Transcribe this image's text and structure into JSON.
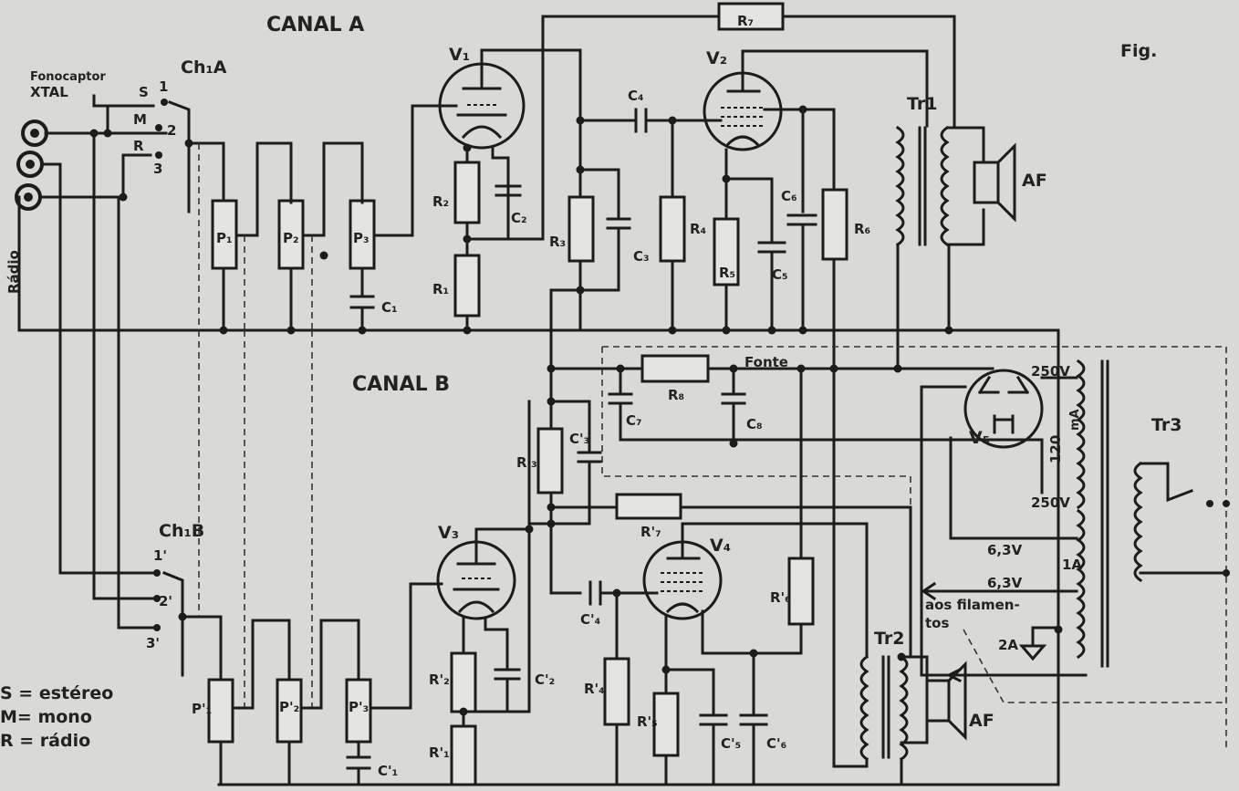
{
  "figure": {
    "fig_label": "Fig.",
    "canal_a": "CANAL A",
    "canal_b": "CANAL B",
    "pickup_line1": "Fonocaptor",
    "pickup_line2": "XTAL",
    "radio_label": "Rádio",
    "fonte_label": "Fonte"
  },
  "switches": {
    "ch1a": {
      "name": "Ch₁A",
      "pos": [
        "S",
        "M",
        "R"
      ],
      "nums": [
        "1",
        "2",
        "3"
      ]
    },
    "ch1b": {
      "name": "Ch₁B",
      "nums": [
        "1'",
        "2'",
        "3'"
      ]
    }
  },
  "legend": {
    "s": "S = estéreo",
    "m": "M= mono",
    "r": "R = rádio"
  },
  "components": {
    "R7": "R₇",
    "V1": "V₁",
    "V2": "V₂",
    "C4": "C₄",
    "Tr1": "Tr1",
    "AF": "AF",
    "P1": "P₁",
    "P2": "P₂",
    "P3": "P₃",
    "C1": "C₁",
    "R2": "R₂",
    "C2": "C₂",
    "R1": "R₁",
    "R3": "R₃",
    "C3": "C₃",
    "R4": "R₄",
    "R5": "R₅",
    "C5": "C₅",
    "C6": "C₆",
    "R6": "R₆",
    "R8": "R₈",
    "C7": "C₇",
    "C8": "C₈",
    "V5": "V₅",
    "Tr3": "Tr3",
    "R3b": "R'₃",
    "C3b": "C'₃",
    "R7b": "R'₇",
    "V3": "V₃",
    "V4": "V₄",
    "C4b": "C'₄",
    "R6b": "R'₆",
    "Tr2": "Tr2",
    "AFb": "AF",
    "R2b": "R'₂",
    "C2b": "C'₂",
    "R1b": "R'₁",
    "R4b": "R'₄",
    "R5b": "R'₅",
    "C5b": "C'₅",
    "C6b": "C'₆",
    "P1b": "P'₁",
    "P2b": "P'₂",
    "P3b": "P'₃",
    "C1b": "C'₁"
  },
  "power": {
    "t250v_top": "250V",
    "ma": "mA",
    "t120": "120",
    "t250v_bot": "250V",
    "v63_1": "6,3V",
    "a1": "1A",
    "v63_2": "6,3V",
    "filament1": "aos filamen-",
    "filament2": "tos",
    "a2": "2A"
  }
}
